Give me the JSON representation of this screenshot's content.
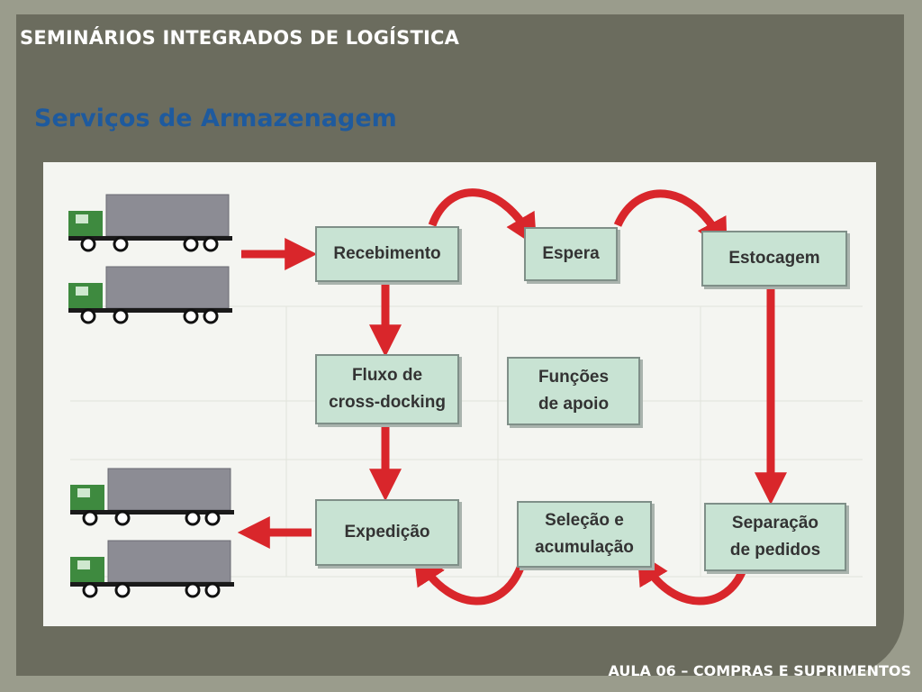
{
  "header": {
    "title": "SEMINÁRIOS INTEGRADOS DE LOGÍSTICA"
  },
  "section": {
    "title": "Serviços de Armazenagem"
  },
  "footer": {
    "text": "AULA 06 – COMPRAS E SUPRIMENTOS"
  },
  "diagram": {
    "nodes": {
      "recebimento": "Recebimento",
      "espera": "Espera",
      "estocagem": "Estocagem",
      "cross_docking": "Fluxo de\ncross-docking",
      "funcoes_apoio": "Funções\nde apoio",
      "expedicao": "Expedição",
      "selecao": "Seleção e\nacumulação",
      "separacao": "Separação\nde pedidos"
    },
    "colors": {
      "arrow": "#d9262b",
      "box_fill": "#c8e3d3",
      "truck_cab": "#3e8a3f",
      "trailer": "#8c8c94",
      "title_blue": "#1e5a9e"
    }
  }
}
